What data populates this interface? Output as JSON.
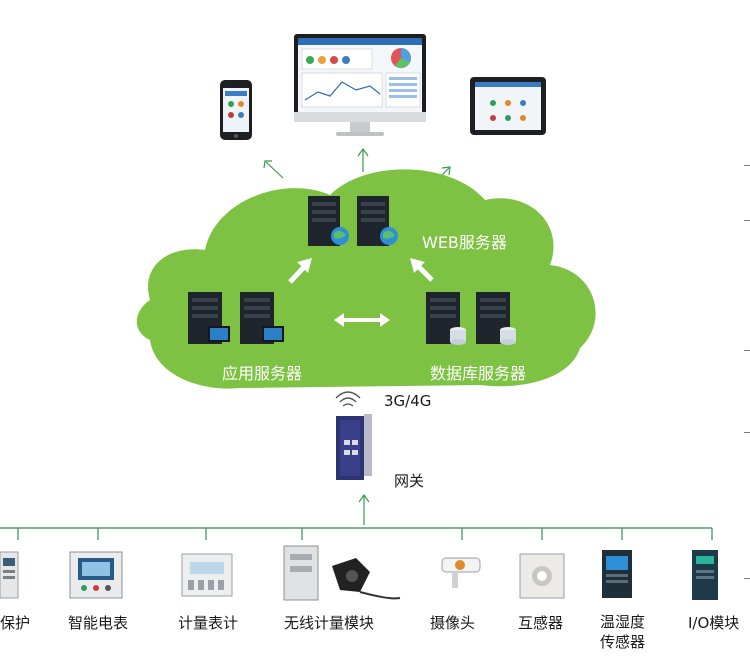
{
  "cloud": {
    "web_server_label": "WEB服务器",
    "app_server_label": "应用服务器",
    "db_server_label": "数据库服务器"
  },
  "network_label": "3G/4G",
  "gateway_label": "网关",
  "devices": [
    {
      "label": "保护"
    },
    {
      "label": "智能电表"
    },
    {
      "label": "计量表计"
    },
    {
      "label": "无线计量模块"
    },
    {
      "label": "摄像头"
    },
    {
      "label": "互感器"
    },
    {
      "label": "温湿度\n传感器"
    },
    {
      "label": "I/O模块"
    }
  ],
  "colors": {
    "cloud": "#7dc242",
    "line": "#2e8b57",
    "arrow": "#3a9a4a",
    "server": "#1e252c",
    "gateway": "#3a3f8a"
  }
}
